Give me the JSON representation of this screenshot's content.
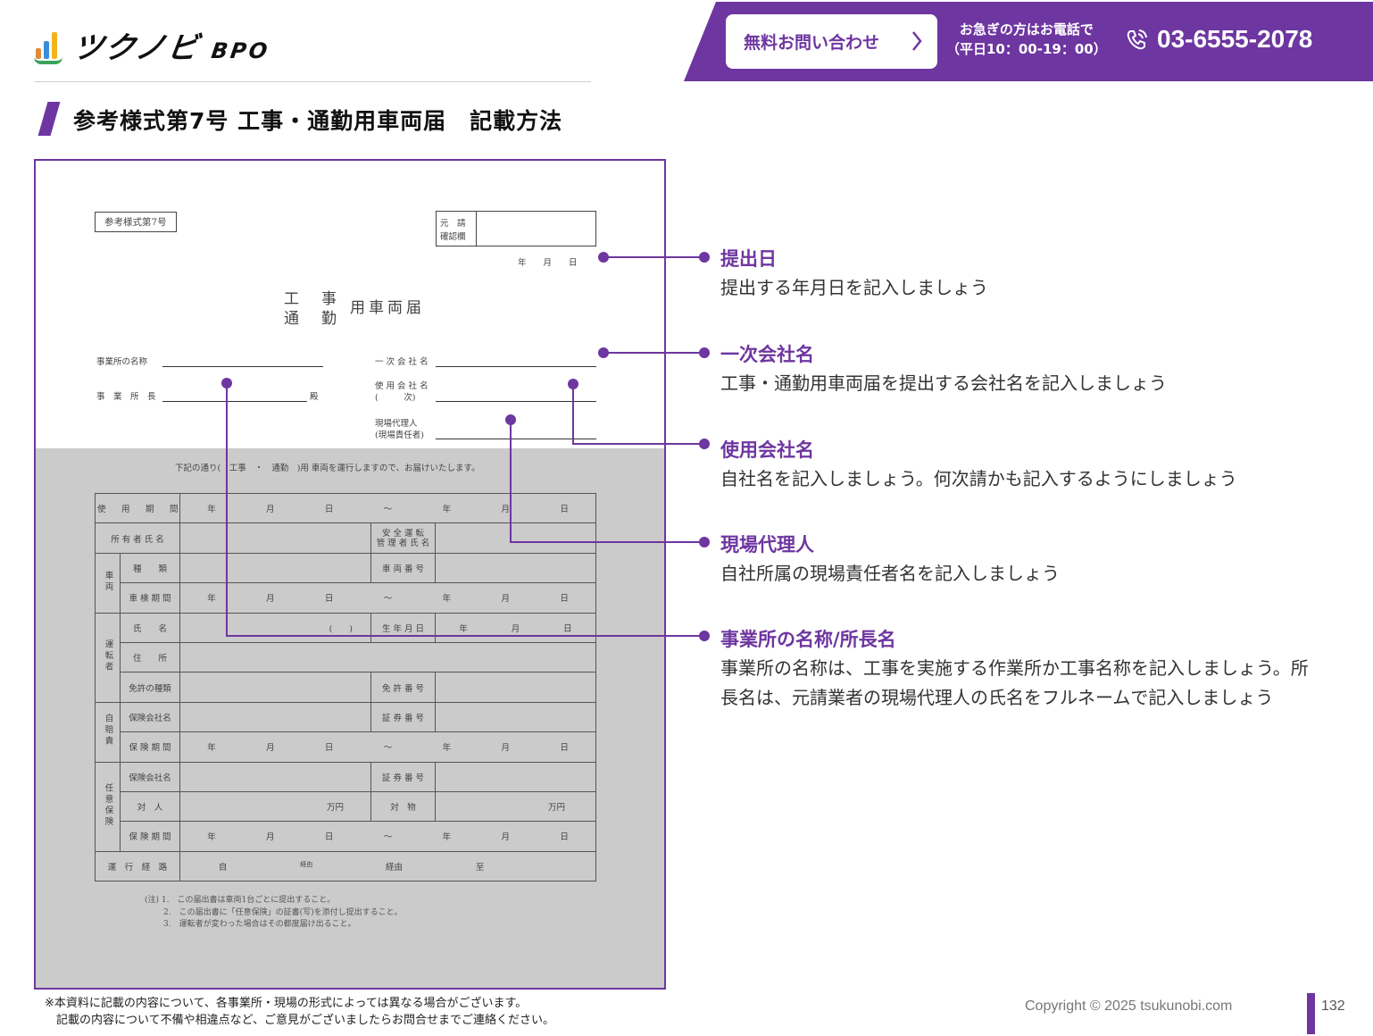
{
  "header": {
    "logo_text": "ツクノビ",
    "logo_sub": "BPO",
    "cta_label": "無料お問い合わせ",
    "hotline_line1": "お急ぎの方はお電話で",
    "hotline_line2": "（平日10：00-19：00）",
    "phone": "03-6555-2078"
  },
  "title": "参考様式第7号 工事・通勤用車両届　記載方法",
  "form": {
    "form_no": "参考様式第7号",
    "confirm_a": "元　請",
    "confirm_b": "確認欄",
    "date": "年　　月　　日",
    "title_a1": "工　事",
    "title_a2": "通　勤",
    "title_b": "用車両届",
    "office_name": "事業所の名称",
    "office_head": "事　業　所　長",
    "dono": "殿",
    "primary": "一 次 会 社 名",
    "using_a": "使 用 会 社 名",
    "using_b": "(　　　次)",
    "agent_a": "現場代理人",
    "agent_b": "(現場責任者)",
    "intro": "下記の通り(　工事　・　通勤　)用 車両を運行しますので、お届けいたします。",
    "t": {
      "period": "使　用　期　間",
      "owner": "所 有 者 氏 名",
      "safety_a": "安 全 運 転",
      "safety_b": "管 理 者 氏 名",
      "vehicle": "車両",
      "kind": "種　　類",
      "plate": "車 両 番 号",
      "inspection": "車 検 期 間",
      "driver": "運転者",
      "name": "氏　　名",
      "paren": "(　　)",
      "birth": "生 年 月 日",
      "address": "住　　所",
      "license_type": "免許の種類",
      "license_no": "免 許 番 号",
      "jibai": "自賠責",
      "ins_company": "保険会社名",
      "cert_no": "証 券 番 号",
      "ins_period": "保 険 期 間",
      "voluntary": "任意保険",
      "person": "対　人",
      "property": "対　物",
      "yen": "万円",
      "route": "運　行　経　路",
      "from": "自",
      "via_small": "経由",
      "via": "経由",
      "to": "至",
      "y": "年",
      "m": "月",
      "d": "日",
      "tilde": "〜"
    },
    "notes": [
      "(注) 1.　この届出書は車両1台ごとに提出すること。",
      "2.　この届出書に「任意保険」の証書(写)を添付し提出すること。",
      "3.　運転者が変わった場合はその都度届け出ること。"
    ]
  },
  "callouts": [
    {
      "title": "提出日",
      "desc": "提出する年月日を記入しましょう"
    },
    {
      "title": "一次会社名",
      "desc": "工事・通勤用車両届を提出する会社名を記入しましょう"
    },
    {
      "title": "使用会社名",
      "desc": "自社名を記入しましょう。何次請かも記入するようにしましょう"
    },
    {
      "title": "現場代理人",
      "desc": "自社所属の現場責任者名を記入しましょう"
    },
    {
      "title": "事業所の名称/所長名",
      "desc": "事業所の名称は、工事を実施する作業所か工事名称を記入しましょう。所長名は、元請業者の現場代理人の氏名をフルネームで記入しましょう"
    }
  ],
  "footer": {
    "disclaimer_1": "※本資料に記載の内容について、各事業所・現場の形式によっては異なる場合がございます。",
    "disclaimer_2": "　記載の内容について不備や相違点など、ご意見がございましたらお問合せまでご連絡ください。",
    "copyright": "Copyright © 2025 tsukunobi.com",
    "page_number": "132"
  },
  "colors": {
    "accent": "#6e36a0",
    "form_shade": "#cbcbcb"
  }
}
